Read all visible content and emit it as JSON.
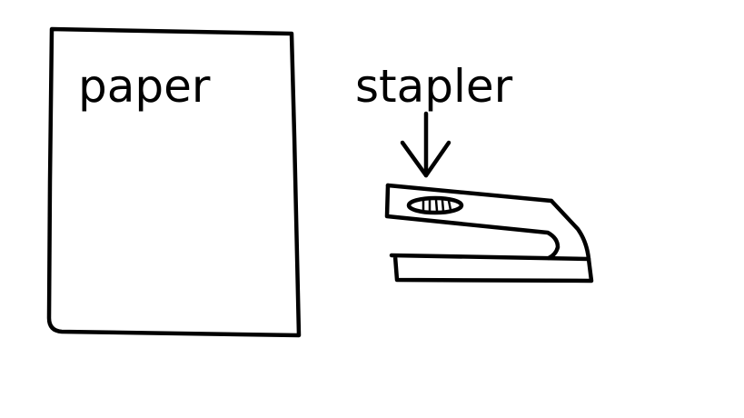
{
  "diagram": {
    "background_color": "#ffffff",
    "stroke_color": "#000000",
    "objects": [
      {
        "id": "paper",
        "label": "paper",
        "shape": "rectangle"
      },
      {
        "id": "stapler",
        "label": "stapler",
        "shape": "stapler-drawing"
      }
    ],
    "arrows": [
      {
        "from": "stapler-label",
        "to": "stapler-top",
        "direction": "down"
      }
    ]
  },
  "labels": {
    "paper": "paper",
    "stapler": "stapler"
  }
}
